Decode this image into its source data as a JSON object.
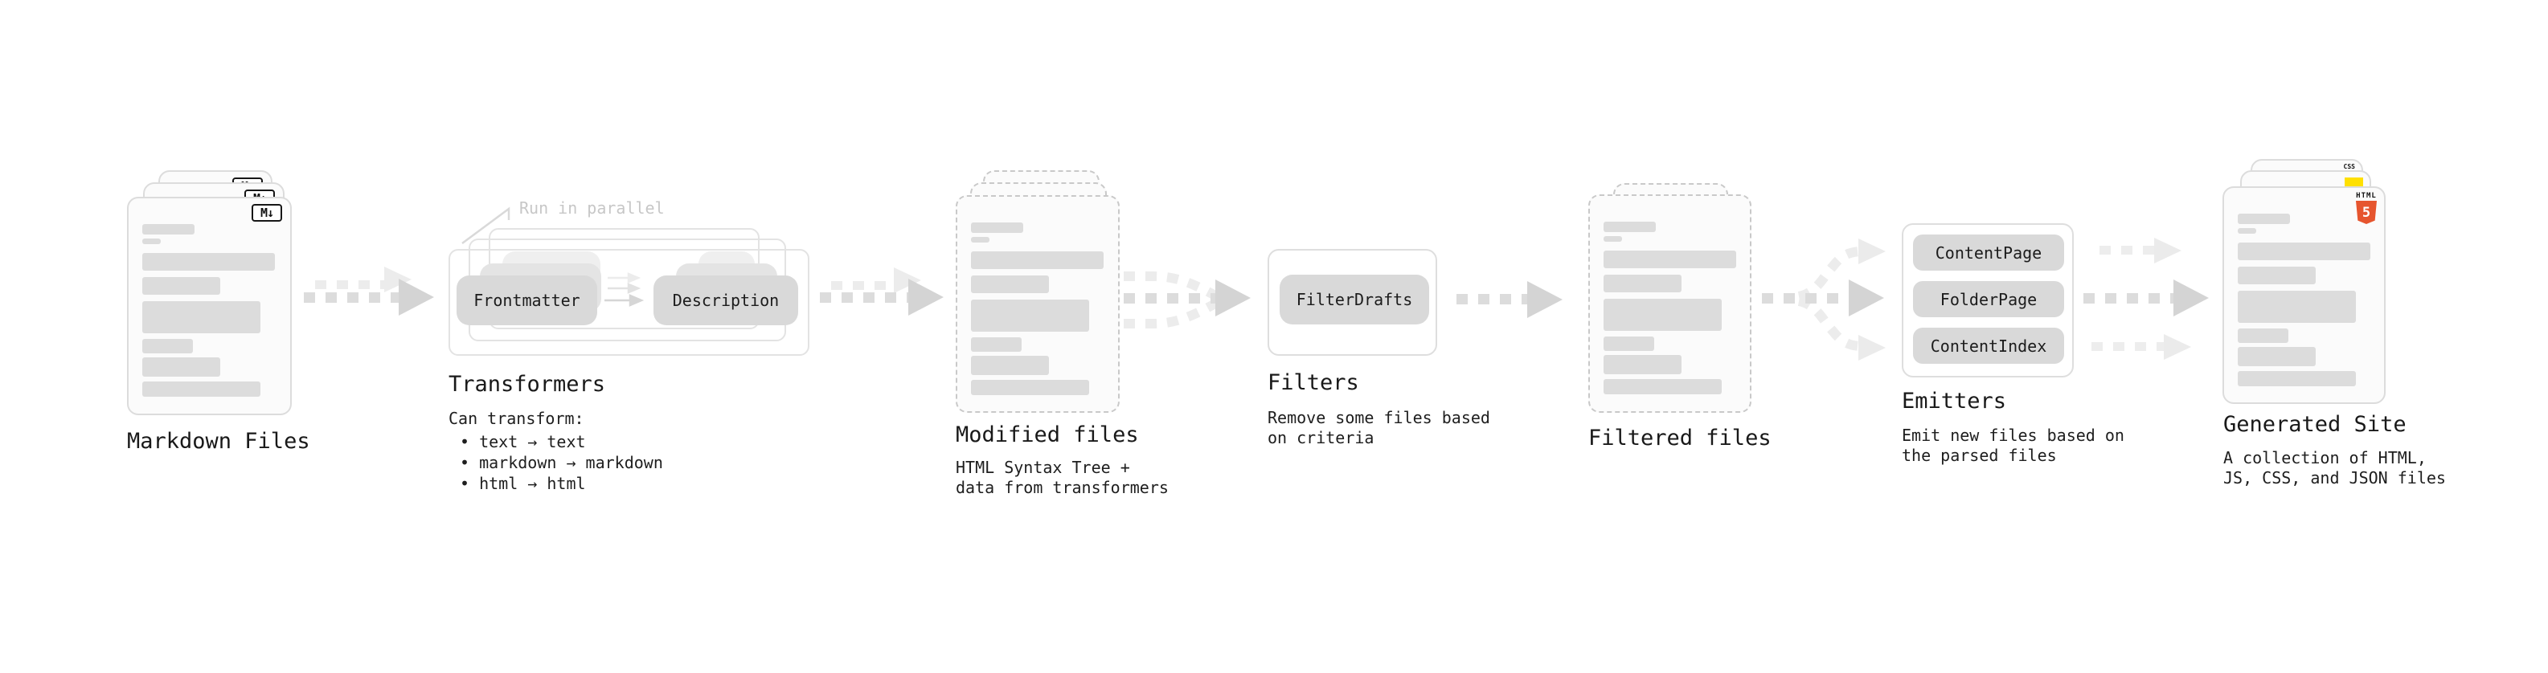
{
  "diagram": {
    "title_none": "",
    "stages": {
      "markdown": {
        "label": "Markdown Files",
        "badge": "M↓"
      },
      "transformers": {
        "label": "Transformers",
        "annotation": "Run in parallel",
        "pill_left": "Frontmatter",
        "pill_right": "Description",
        "desc_title": "Can transform:",
        "bullets": [
          "• text → text",
          "• markdown → markdown",
          "• html → html"
        ]
      },
      "modified": {
        "label": "Modified files",
        "desc": "HTML Syntax Tree +\ndata from transformers"
      },
      "filters": {
        "label": "Filters",
        "pill": "FilterDrafts",
        "desc": "Remove some files based\non criteria"
      },
      "filtered": {
        "label": "Filtered files"
      },
      "emitters": {
        "label": "Emitters",
        "pills": [
          "ContentPage",
          "FolderPage",
          "ContentIndex"
        ],
        "desc": "Emit new files based on\nthe parsed files"
      },
      "generated": {
        "label": "Generated Site",
        "desc": "A collection of HTML,\nJS, CSS, and JSON files",
        "badge_css": "CSS",
        "badge_html_top": "HTML",
        "badge_html_num": "5"
      }
    },
    "colors": {
      "html5_orange": "#e6552e",
      "js_yellow": "#ffe000",
      "css_blue": "#2f6ae0",
      "pill_gray": "#d9d9d9",
      "arrow_gray": "#d4d4d4",
      "annotation_gray": "#c7c7c7"
    }
  }
}
